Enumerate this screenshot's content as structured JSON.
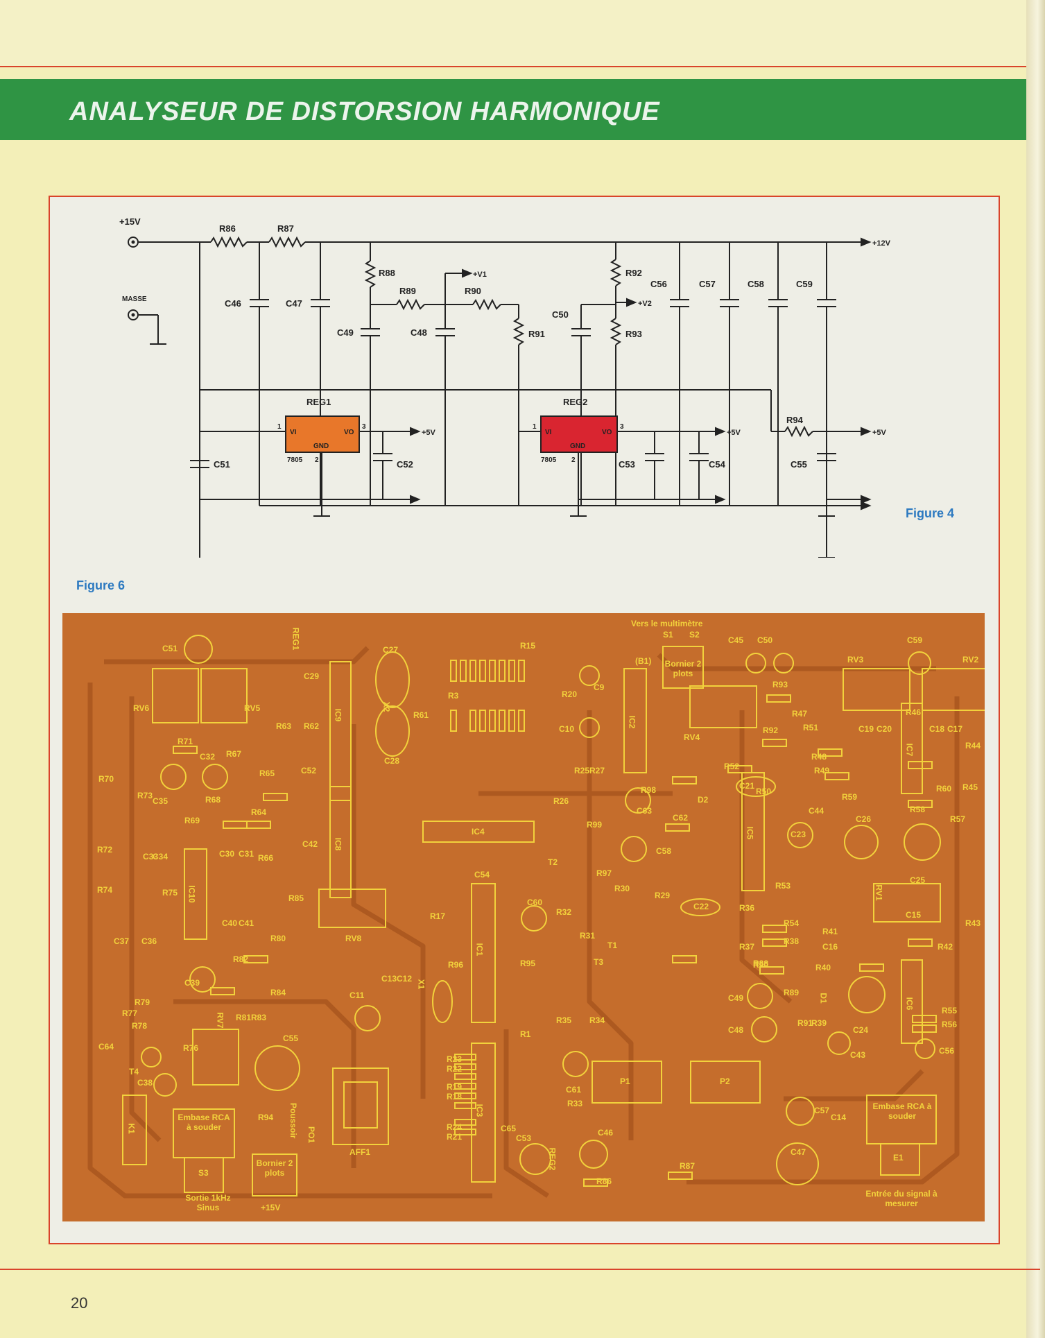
{
  "header": {
    "title": "ANALYSEUR DE DISTORSION HARMONIQUE"
  },
  "page_number": "20",
  "figure4": {
    "label": "Figure 4",
    "rails": {
      "in": "+15V",
      "ground": "MASSE",
      "out12": "+12V",
      "v1": "+V1",
      "v2": "+V2",
      "out5a": "+5V",
      "out5b": "+5V",
      "out5c": "+5V"
    },
    "resistors": [
      "R86",
      "R87",
      "R88",
      "R89",
      "R90",
      "R91",
      "R92",
      "R93",
      "R94"
    ],
    "capacitors": [
      "C46",
      "C47",
      "C48",
      "C49",
      "C50",
      "C51",
      "C52",
      "C53",
      "C54",
      "C55",
      "C56",
      "C57",
      "C58",
      "C59"
    ],
    "reg1": {
      "name": "REG1",
      "part": "7805",
      "vi": "VI",
      "vo": "VO",
      "gnd": "GND",
      "pin1": "1",
      "pin2": "2",
      "pin3": "3",
      "color": "#e8772a"
    },
    "reg2": {
      "name": "REG2",
      "part": "7805",
      "vi": "VI",
      "vo": "VO",
      "gnd": "GND",
      "pin1": "1",
      "pin2": "2",
      "pin3": "3",
      "color": "#d92530"
    }
  },
  "figure6": {
    "label": "Figure 6",
    "notes": {
      "multimeter": "Vers le multimètre",
      "s1": "S1",
      "s2": "S2",
      "b1": "(B1)",
      "bornier_top": "Bornier 2 plots",
      "embase_left": "Embase RCA à souder",
      "s3": "S3",
      "sortie": "Sortie 1kHz Sinus",
      "bornier_bottom": "Bornier 2 plots",
      "plus15": "+15V",
      "poussoir": "Poussoir",
      "po1": "PO1",
      "aff1": "AFF1",
      "embase_right": "Embase RCA à souder",
      "e1": "E1",
      "entree": "Entrée du signal à mesurer"
    },
    "ics": [
      "IC1",
      "IC2",
      "IC3",
      "IC4",
      "IC5",
      "IC6",
      "IC7",
      "IC8",
      "IC9",
      "IC10"
    ],
    "pots": [
      "RV1",
      "RV2",
      "RV3",
      "RV4",
      "RV5",
      "RV6",
      "RV7",
      "RV8"
    ],
    "transistors": [
      "T1",
      "T2",
      "T3",
      "T4"
    ],
    "misc": [
      "P1",
      "P2",
      "X1",
      "X2",
      "K1",
      "D1",
      "D2",
      "REG1",
      "REG2"
    ],
    "resistors": [
      "R1",
      "R3",
      "R15",
      "R17",
      "R18",
      "R19",
      "R20",
      "R21",
      "R22",
      "R23",
      "R24",
      "R25",
      "R26",
      "R27",
      "R29",
      "R30",
      "R31",
      "R32",
      "R33",
      "R34",
      "R35",
      "R36",
      "R37",
      "R38",
      "R39",
      "R40",
      "R41",
      "R42",
      "R43",
      "R44",
      "R45",
      "R46",
      "R47",
      "R48",
      "R49",
      "R50",
      "R51",
      "R52",
      "R53",
      "R54",
      "R55",
      "R56",
      "R57",
      "R58",
      "R59",
      "R60",
      "R61",
      "R62",
      "R63",
      "R64",
      "R65",
      "R66",
      "R67",
      "R68",
      "R69",
      "R70",
      "R71",
      "R72",
      "R73",
      "R74",
      "R75",
      "R76",
      "R77",
      "R78",
      "R79",
      "R80",
      "R81",
      "R82",
      "R83",
      "R84",
      "R85",
      "R86",
      "R87",
      "R88",
      "R89",
      "R90",
      "R91",
      "R92",
      "R93",
      "R94",
      "R95",
      "R96",
      "R97",
      "R98",
      "R99"
    ],
    "capacitors": [
      "C9",
      "C10",
      "C11",
      "C12",
      "C13",
      "C14",
      "C15",
      "C16",
      "C17",
      "C18",
      "C19",
      "C20",
      "C21",
      "C22",
      "C23",
      "C24",
      "C25",
      "C26",
      "C27",
      "C28",
      "C29",
      "C30",
      "C31",
      "C32",
      "C33",
      "C34",
      "C35",
      "C36",
      "C37",
      "C38",
      "C39",
      "C40",
      "C41",
      "C42",
      "C43",
      "C44",
      "C45",
      "C46",
      "C47",
      "C48",
      "C49",
      "C50",
      "C51",
      "C52",
      "C53",
      "C54",
      "C55",
      "C56",
      "C57",
      "C58",
      "C59",
      "C60",
      "C61",
      "C62",
      "C63",
      "C64",
      "C65"
    ]
  },
  "colors": {
    "banner": "#2f9444",
    "page": "#f3efb8",
    "accent_rule": "#d9442b",
    "pcb": "#c56d2c",
    "silk": "#f2d23c",
    "figure_label": "#2c79c0"
  }
}
